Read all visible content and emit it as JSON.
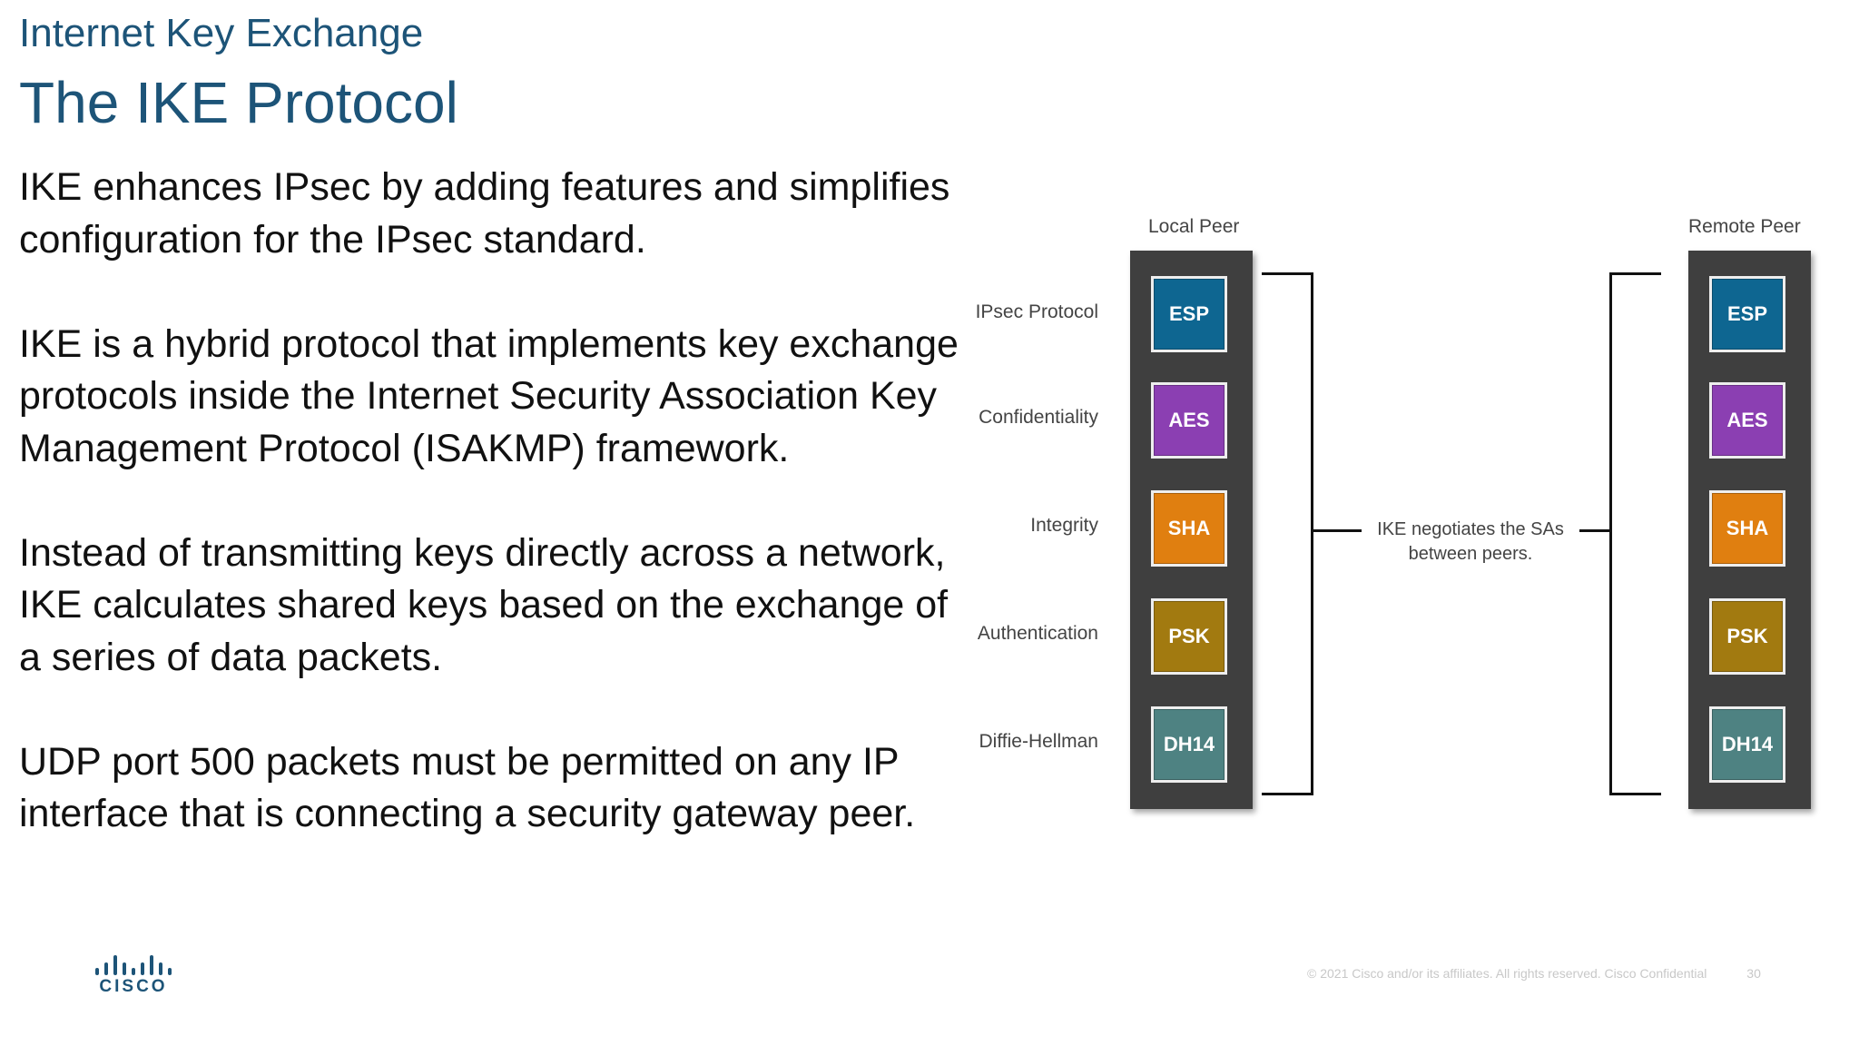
{
  "header": {
    "section_title": "Internet Key Exchange",
    "slide_title": "The IKE Protocol"
  },
  "body": {
    "paragraphs": [
      "IKE enhances IPsec by adding features and simplifies configuration for the IPsec standard.",
      "IKE is a hybrid protocol that implements key exchange protocols inside the Internet Security Association Key Management Protocol (ISAKMP) framework.",
      "Instead of transmitting keys directly across a network, IKE calculates shared keys based on the exchange of a series of data packets.",
      "UDP port 500 packets must be permitted on any IP interface that is connecting a security gateway peer."
    ]
  },
  "diagram": {
    "local_peer_label": "Local Peer",
    "remote_peer_label": "Remote Peer",
    "rows": [
      {
        "label": "IPsec Protocol",
        "value": "ESP",
        "color": "#0e6691"
      },
      {
        "label": "Confidentiality",
        "value": "AES",
        "color": "#8b3fb2"
      },
      {
        "label": "Integrity",
        "value": "SHA",
        "color": "#e07f10"
      },
      {
        "label": "Authentication",
        "value": "PSK",
        "color": "#a27a10"
      },
      {
        "label": "Diffie-Hellman",
        "value": "DH14",
        "color": "#4e8282"
      }
    ],
    "note": "IKE negotiates the SAs between peers."
  },
  "footer": {
    "logo_text": "CISCO",
    "copyright": "© 2021  Cisco and/or its affiliates. All rights reserved.   Cisco Confidential",
    "page_number": "30"
  },
  "colors": {
    "title": "#1d5478",
    "column_background": "#3f3f3f"
  }
}
